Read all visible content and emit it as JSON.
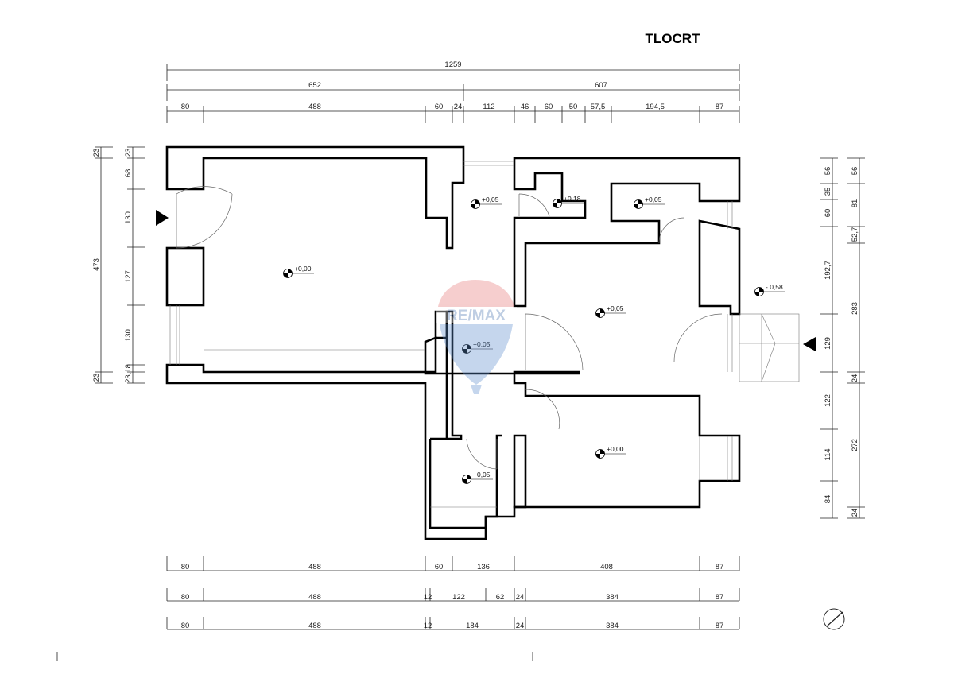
{
  "title": "TLOCRT",
  "dims_top": {
    "overall": "1259",
    "row2": [
      "652",
      "607"
    ],
    "row3": [
      "80",
      "488",
      "60",
      "24",
      "112",
      "46",
      "60",
      "50",
      "57,5",
      "194,5",
      "87"
    ]
  },
  "dims_bottom": {
    "row1": [
      "80",
      "488",
      "60",
      "136",
      "408",
      "87"
    ],
    "row2": [
      "80",
      "488",
      "12",
      "122",
      "62",
      "24",
      "384",
      "87"
    ],
    "row3": [
      "80",
      "488",
      "12",
      "184",
      "24",
      "384",
      "87"
    ]
  },
  "dims_left": {
    "outer": [
      "23",
      "473",
      "23"
    ],
    "inner": [
      "23",
      "68",
      "130",
      "127",
      "130",
      "23,18"
    ]
  },
  "dims_right": {
    "inner": [
      "56",
      "35",
      "60",
      "192,7",
      "129",
      "122",
      "114",
      "84"
    ],
    "outer": [
      "56",
      "81",
      "52,7",
      "283",
      "24",
      "272",
      "24"
    ]
  },
  "levels": [
    "+0,00",
    "+0,05",
    "+0,18",
    "+0,05",
    "+0,05",
    "+0,05",
    "+0,00",
    "+0,05",
    "- 0,58"
  ],
  "watermark": "RE/MAX"
}
